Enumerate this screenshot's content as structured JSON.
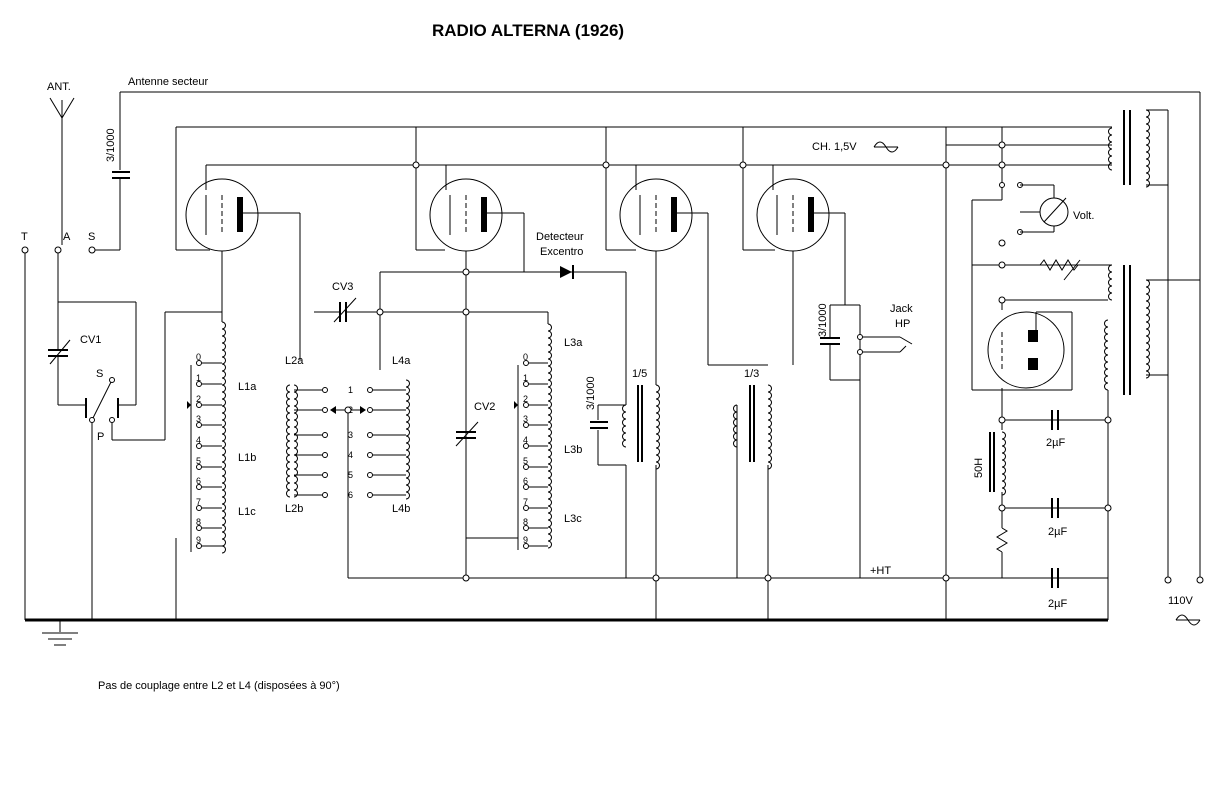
{
  "title": "RADIO  ALTERNA  (1926)",
  "footnote": "Pas de couplage entre L2 et L4 (disposées à 90°)",
  "labels": {
    "ant": "ANT.",
    "antenne_secteur": "Antenne secteur",
    "cap_ant": "3/1000",
    "t": "T",
    "a": "A",
    "s": "S",
    "s2": "S",
    "p": "P",
    "cv1": "CV1",
    "cv2": "CV2",
    "cv3": "CV3",
    "l1a": "L1a",
    "l1b": "L1b",
    "l1c": "L1c",
    "l2a": "L2a",
    "l2b": "L2b",
    "l3a": "L3a",
    "l3b": "L3b",
    "l3c": "L3c",
    "l4a": "L4a",
    "l4b": "L4b",
    "detecteur": "Detecteur",
    "excentro": "Excentro",
    "cap_det": "3/1000",
    "ratio1": "1/5",
    "ratio2": "1/3",
    "cap_jack": "3/1000",
    "jack": "Jack",
    "hp": "HP",
    "ch": "CH. 1,5V",
    "volt": "Volt.",
    "c1": "2µF",
    "c2": "2µF",
    "c3": "2µF",
    "choke": "50H",
    "ht": "+HT",
    "mains": "110V"
  },
  "taps": {
    "l1": [
      "0",
      "1",
      "2",
      "3",
      "4",
      "5",
      "6",
      "7",
      "8",
      "9"
    ],
    "l3": [
      "0",
      "1",
      "2",
      "3",
      "4",
      "5",
      "6",
      "7",
      "8",
      "9"
    ],
    "l2": [
      "1",
      "2",
      "3",
      "4",
      "5",
      "6"
    ]
  },
  "icons": {
    "ground": "ground-icon",
    "antenna": "antenna-icon",
    "ac": "ac-sine-icon"
  }
}
